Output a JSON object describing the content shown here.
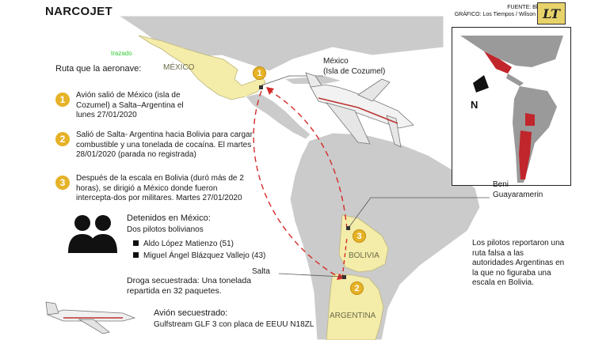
{
  "header": {
    "title": "NARCOJET",
    "source": "FUENTE: Bloomberg",
    "graphic": "GRÁFICO: Los Tiempos / Wilson Cahuaya",
    "logo": "LT"
  },
  "legend": {
    "route_label": "Ruta que la aeronave:",
    "traced": "trazado"
  },
  "steps": [
    {
      "num": "1",
      "text": "Avión salió de México (isla de Cozumel) a Salta–Argentina el lunes 27/01/2020"
    },
    {
      "num": "2",
      "text": "Salió de Salta- Argentina hacia Bolivia para cargar combustible y una tonelada de cocaína. El martes 28/01/2020 (parada no registrada)"
    },
    {
      "num": "3",
      "text": "Después de la escala en Bolivia (duró más de 2 horas), se dirigió a México donde fueron intercepta-dos por militares. Martes 27/01/2020"
    }
  ],
  "detained": {
    "title": "Detenidos en México:",
    "subtitle": "Dos pilotos bolivianos",
    "names": [
      "Aldo López Matienzo (51)",
      "Miguel Ángel Blázquez Vallejo (43)"
    ]
  },
  "drug": {
    "label": "Droga secuestrada:",
    "text": "Una tonelada repartida en 32 paquetes."
  },
  "plane": {
    "label": "Avión secuestrado:",
    "text": "Gulfstream GLF 3 con placa de EEUU N18ZL"
  },
  "places": {
    "mexico": "MÉXICO",
    "cozumel": "México\n(Isla de Cozumel)",
    "beni": "Beni\nGuayaramerin",
    "bolivia": "BOLIVIA",
    "argentina": "ARGENTINA",
    "salta": "Salta"
  },
  "note": "Los pilotos reportaron una ruta falsa a las autoridades Argentinas en la que no figuraba una escala en Bolivia.",
  "inset": {
    "north": "N"
  },
  "pins": [
    "1",
    "2",
    "3"
  ],
  "colors": {
    "highlight": "#f4eca9",
    "land": "#c9c9c9",
    "route": "#d42a2a",
    "pin": "#e6b227"
  }
}
